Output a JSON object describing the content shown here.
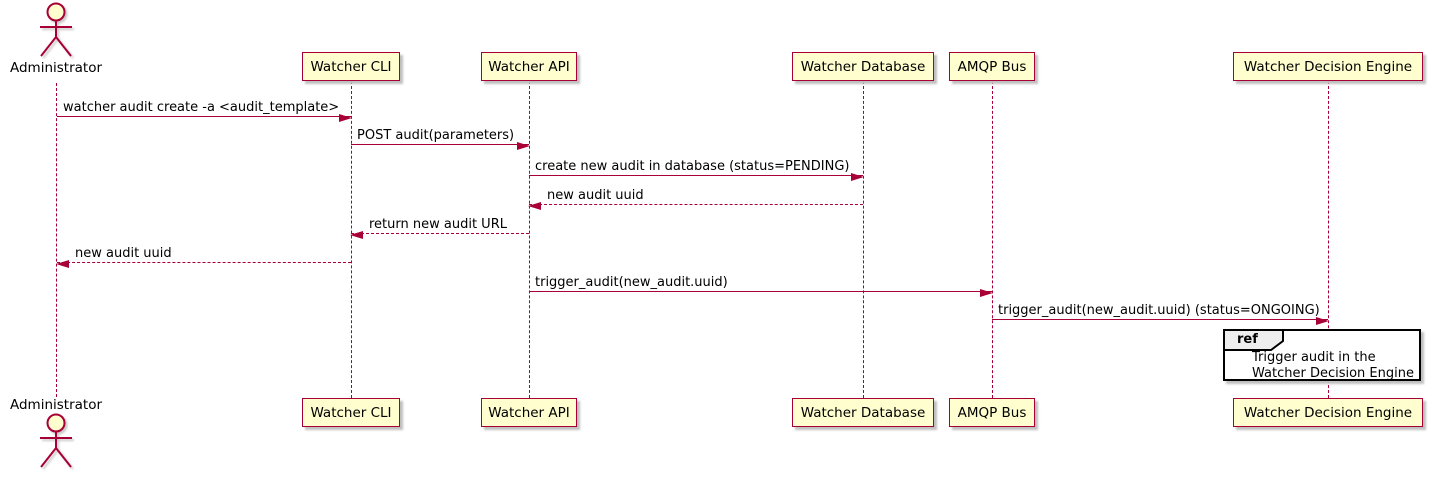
{
  "diagram": {
    "type": "plantuml-sequence",
    "colors": {
      "participant_fill": "#FEFECE",
      "participant_border": "#A80036",
      "arrow": "#A80036",
      "lifeline": "#A80036",
      "ref_tab_fill": "#EEEEEE",
      "ref_body_fill": "#FFFFFF",
      "ref_border": "#000000",
      "text": "#000000",
      "background": "#FFFFFF"
    },
    "participants": [
      {
        "name": "Administrator",
        "type": "actor"
      },
      {
        "name": "Watcher CLI",
        "type": "participant"
      },
      {
        "name": "Watcher API",
        "type": "participant"
      },
      {
        "name": "Watcher Database",
        "type": "participant"
      },
      {
        "name": "AMQP Bus",
        "type": "participant"
      },
      {
        "name": "Watcher Decision Engine",
        "type": "participant"
      }
    ],
    "messages": [
      {
        "from": "Administrator",
        "to": "Watcher CLI",
        "text": "watcher audit create -a <audit_template>",
        "line": "solid",
        "direction": "right"
      },
      {
        "from": "Watcher CLI",
        "to": "Watcher API",
        "text": "POST audit(parameters)",
        "line": "solid",
        "direction": "right"
      },
      {
        "from": "Watcher API",
        "to": "Watcher Database",
        "text": "create new audit in database (status=PENDING)",
        "line": "solid",
        "direction": "right"
      },
      {
        "from": "Watcher Database",
        "to": "Watcher API",
        "text": "new audit uuid",
        "line": "dashed",
        "direction": "left"
      },
      {
        "from": "Watcher API",
        "to": "Watcher CLI",
        "text": "return new audit URL",
        "line": "dashed",
        "direction": "left"
      },
      {
        "from": "Watcher CLI",
        "to": "Administrator",
        "text": "new audit uuid",
        "line": "dashed",
        "direction": "left"
      },
      {
        "from": "Watcher API",
        "to": "AMQP Bus",
        "text": "trigger_audit(new_audit.uuid)",
        "line": "solid",
        "direction": "right"
      },
      {
        "from": "AMQP Bus",
        "to": "Watcher Decision Engine",
        "text": "trigger_audit(new_audit.uuid) (status=ONGOING)",
        "line": "solid",
        "direction": "right"
      }
    ],
    "ref": {
      "keyword": "ref",
      "lines": [
        "Trigger audit in the",
        "Watcher Decision Engine"
      ]
    }
  }
}
